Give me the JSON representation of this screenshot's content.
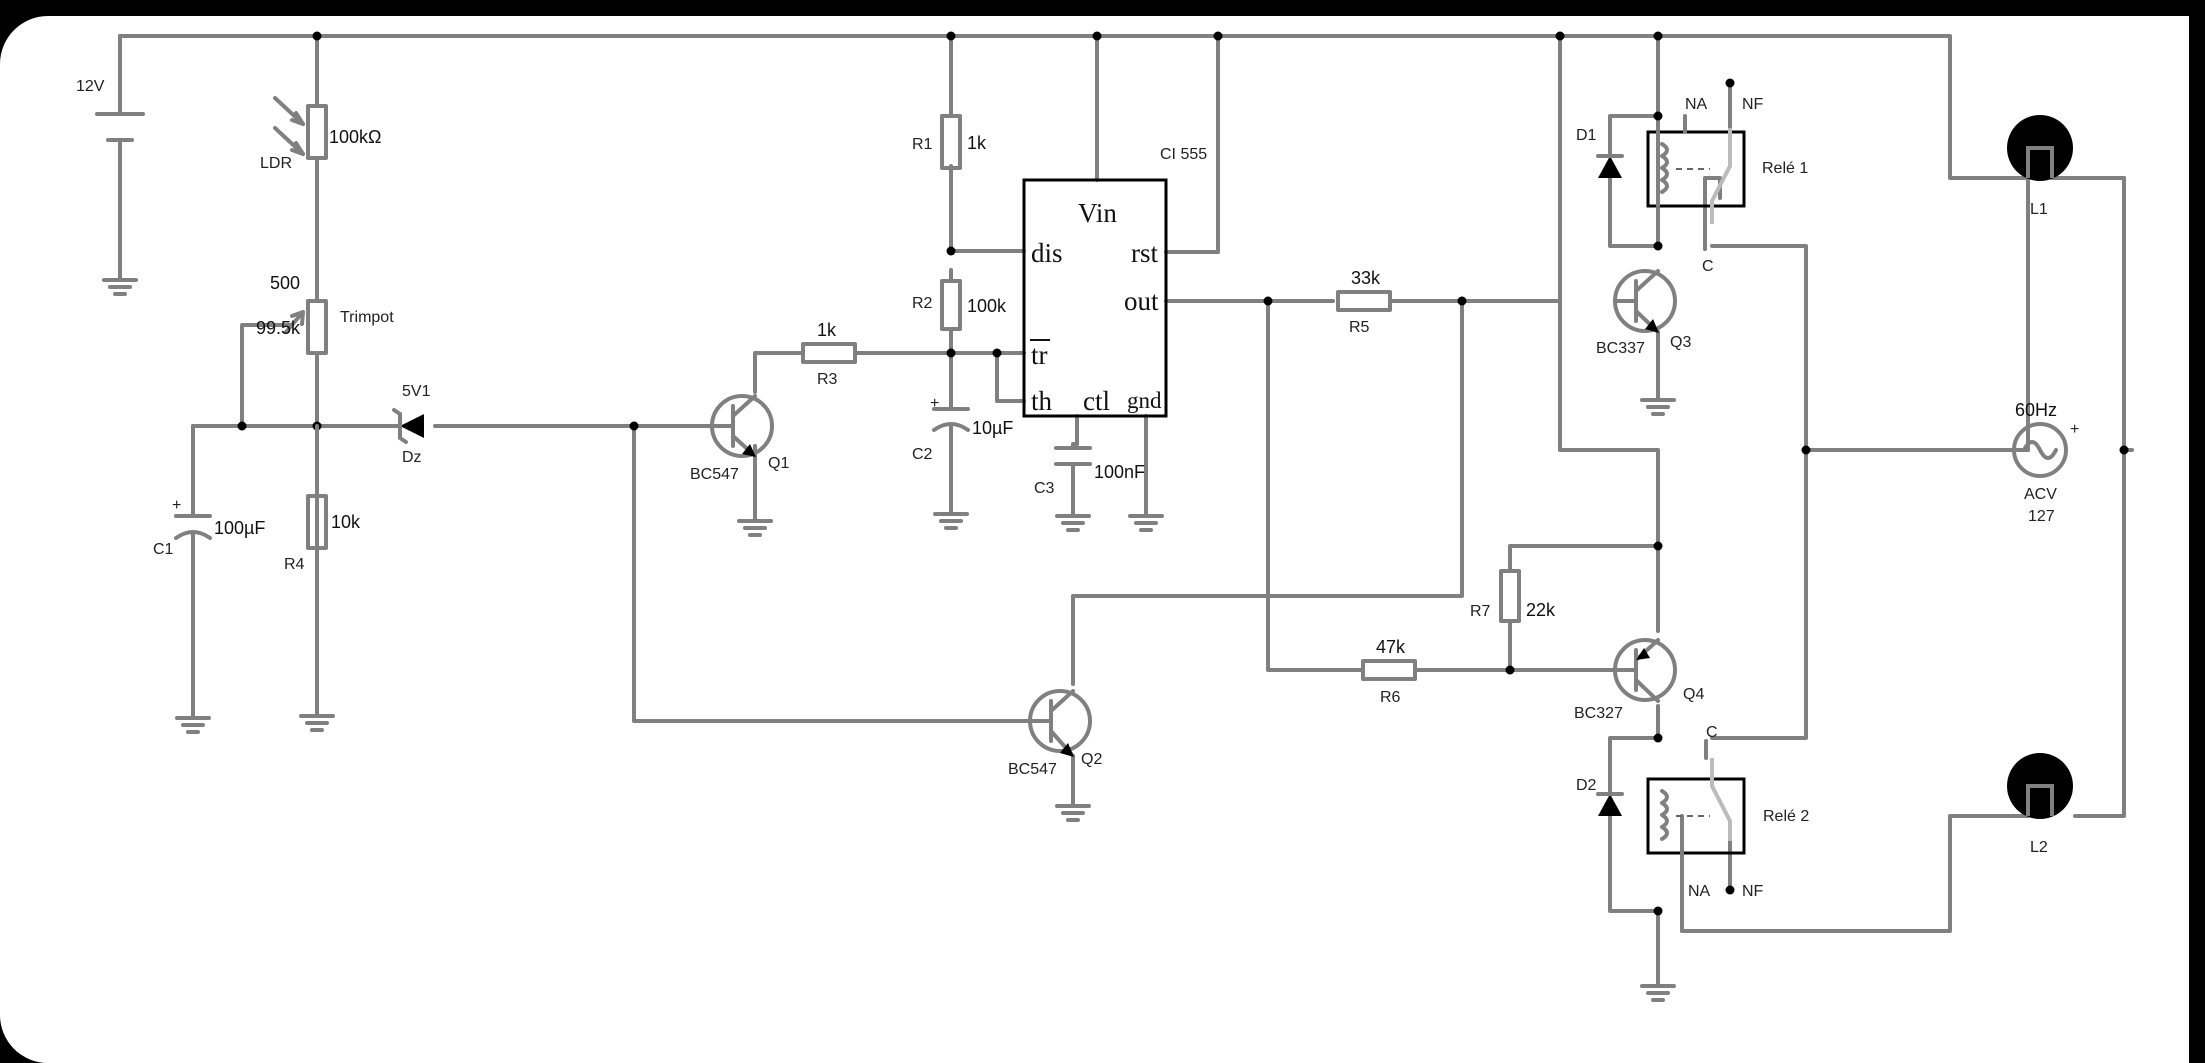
{
  "labels": {
    "battery": "12V",
    "ldr": "LDR",
    "ldr_value": "100kΩ",
    "trimpot_max": "500",
    "trimpot_value": "99.5k",
    "trimpot": "Trimpot",
    "c1": "C1",
    "c1_value": "100µF",
    "r4": "R4",
    "r4_value": "10k",
    "zener_value": "5V1",
    "zener": "Dz",
    "q1_type": "BC547",
    "q1": "Q1",
    "r3_value": "1k",
    "r3": "R3",
    "r1": "R1",
    "r1_value": "1k",
    "r2": "R2",
    "r2_value": "100k",
    "c2": "C2",
    "c2_value": "10µF",
    "c3": "C3",
    "c3_value": "100nF",
    "ic": "CI 555",
    "pin_vin": "Vin",
    "pin_dis": "dis",
    "pin_rst": "rst",
    "pin_out": "out",
    "pin_tr": "tr",
    "pin_th": "th",
    "pin_ctl": "ctl",
    "pin_gnd": "gnd",
    "q2_type": "BC547",
    "q2": "Q2",
    "r5_value": "33k",
    "r5": "R5",
    "r6_value": "47k",
    "r6": "R6",
    "r7": "R7",
    "r7_value": "22k",
    "q3_type": "BC337",
    "q3": "Q3",
    "q4_type": "BC327",
    "q4": "Q4",
    "d1": "D1",
    "d2": "D2",
    "relay1": "Relé 1",
    "relay2": "Relé 2",
    "na1": "NA",
    "nf1": "NF",
    "c_rel1": "C",
    "na2": "NA",
    "nf2": "NF",
    "c_rel2": "C",
    "l1": "L1",
    "l2": "L2",
    "ac_freq": "60Hz",
    "ac_type": "ACV",
    "ac_value": "127",
    "ac_plus": "+",
    "c1_plus": "+",
    "c2_plus": "+"
  }
}
